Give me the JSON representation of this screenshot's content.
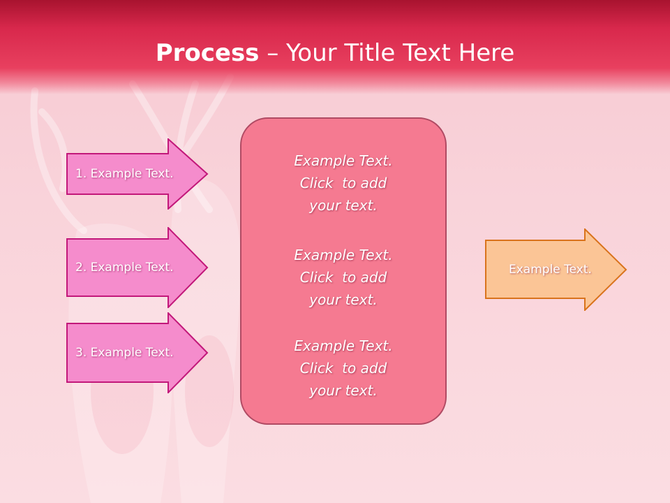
{
  "slide": {
    "title_bold": "Process",
    "title_rest": " – Your Title Text Here"
  },
  "left_arrows": [
    {
      "label": "1. Example Text."
    },
    {
      "label": "2. Example Text."
    },
    {
      "label": "3. Example Text."
    }
  ],
  "center_box": {
    "paragraphs": [
      "Example Text.\nClick  to add\nyour text.",
      "Example Text.\nClick  to add\nyour text.",
      "Example Text.\nClick  to add\nyour text."
    ]
  },
  "right_arrow": {
    "label": "Example Text."
  },
  "colors": {
    "header": "#d8284c",
    "left_arrow_fill": "#f58ccc",
    "left_arrow_border": "#c2187a",
    "center_box_fill": "#f57a91",
    "right_arrow_fill": "#fbc596",
    "right_arrow_border": "#d9731c"
  }
}
